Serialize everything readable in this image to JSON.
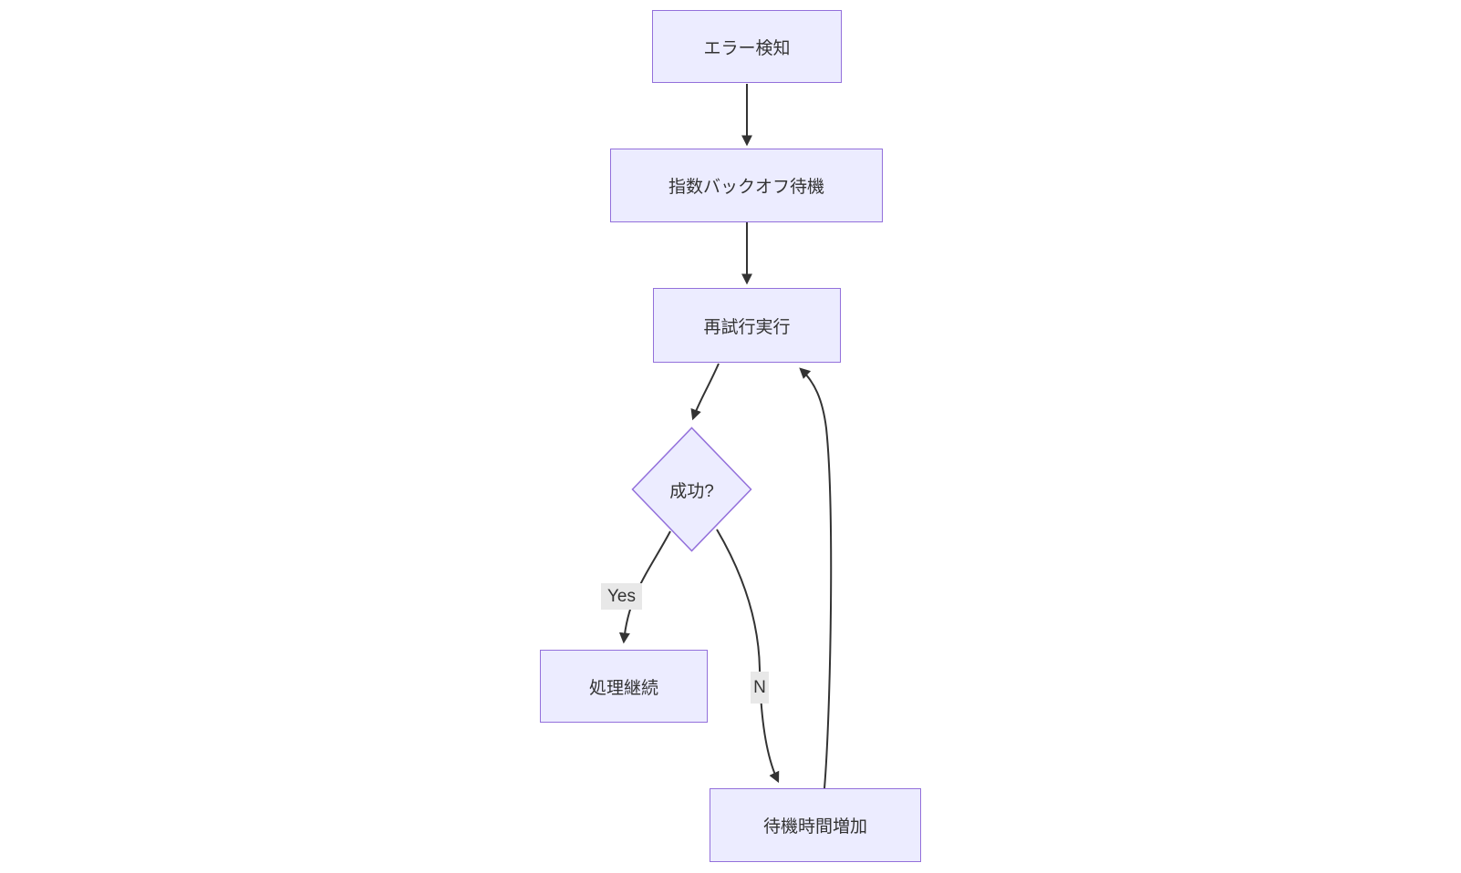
{
  "diagram": {
    "type": "flowchart",
    "direction": "top-down",
    "background": "#ffffff",
    "node_fill": "#ECECFF",
    "node_border_color": "#9370DB",
    "edge_color": "#333333",
    "text_color": "#333333",
    "edge_label_background": "#e8e8e8",
    "nodes": [
      {
        "id": "error",
        "shape": "rect",
        "label": "エラー検知"
      },
      {
        "id": "backoff",
        "shape": "rect",
        "label": "指数バックオフ待機"
      },
      {
        "id": "retry",
        "shape": "rect",
        "label": "再試行実行"
      },
      {
        "id": "success",
        "shape": "diamond",
        "label": "成功?"
      },
      {
        "id": "continue",
        "shape": "rect",
        "label": "処理継続"
      },
      {
        "id": "increase",
        "shape": "rect",
        "label": "待機時間増加"
      }
    ],
    "edges": [
      {
        "from": "error",
        "to": "backoff",
        "label": ""
      },
      {
        "from": "backoff",
        "to": "retry",
        "label": ""
      },
      {
        "from": "retry",
        "to": "success",
        "label": ""
      },
      {
        "from": "success",
        "to": "continue",
        "label": "Yes"
      },
      {
        "from": "success",
        "to": "increase",
        "label": "N"
      },
      {
        "from": "increase",
        "to": "retry",
        "label": ""
      }
    ]
  }
}
